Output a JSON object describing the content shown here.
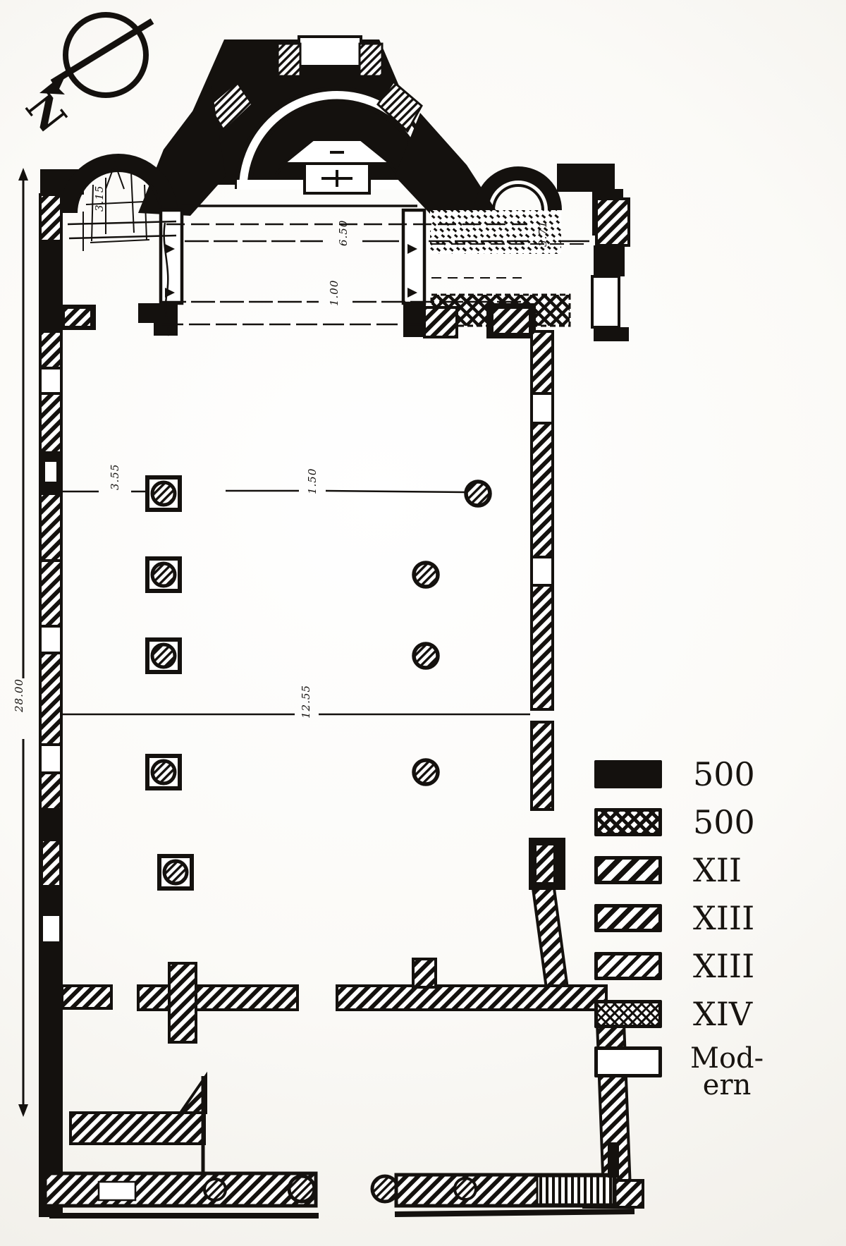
{
  "figure": {
    "kind": "church floor plan with construction phases",
    "ink_color": "#14110e",
    "paper_color": "#fbfaf7"
  },
  "compass": {
    "label": "N"
  },
  "dimensions": {
    "chancel_width": "6.50",
    "chancel_step": "1.00",
    "south_chapel_width": "3.71",
    "north_chapel_altar": "3.15",
    "aisle_bay": "3.55",
    "colonnade_gap": "1.50",
    "nave_width": "12.55",
    "overall_length": "28.00"
  },
  "legend": {
    "items": [
      {
        "label": "500",
        "pattern": "solid"
      },
      {
        "label": "500",
        "pattern": "crosshatch"
      },
      {
        "label": "XII",
        "pattern": "diagonal-bold"
      },
      {
        "label": "XIII",
        "pattern": "diagonal"
      },
      {
        "label": "XIII",
        "pattern": "diagonal-thin"
      },
      {
        "label": "XIV",
        "pattern": "fine-crosshatch"
      },
      {
        "label": "Mod-",
        "label2": "ern",
        "pattern": "empty"
      }
    ]
  }
}
